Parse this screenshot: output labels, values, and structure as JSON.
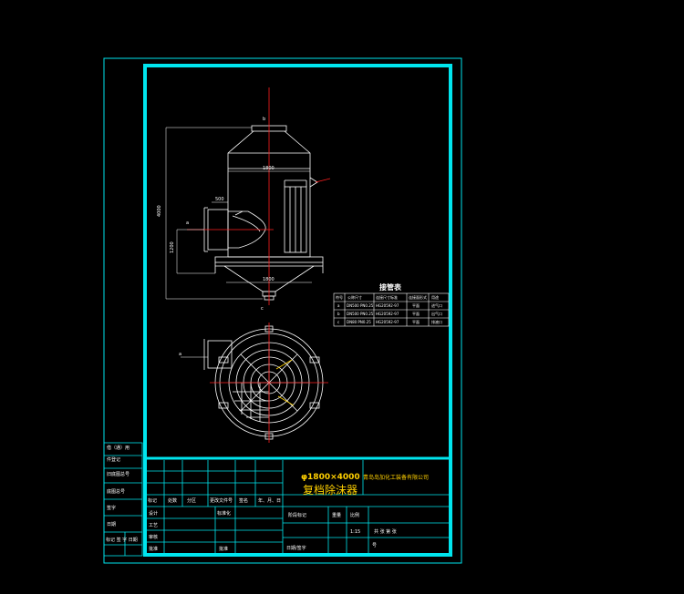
{
  "title_block": {
    "spec": "φ1800×4000",
    "name": "复档除沫器",
    "company": "青岛岛加化工装备有限公司",
    "header_cells": [
      "标记",
      "处数",
      "分区",
      "更改文件号",
      "签名",
      "年、月、日"
    ],
    "left_rows": [
      "设计",
      "工艺",
      "审核",
      "批准"
    ],
    "std_label": "标准化",
    "approve_label": "批准",
    "stage_label": "阶段标记",
    "weight_label": "重量",
    "scale_label": "比例",
    "scale_value": "1:15",
    "sheet_label": "共 张 第 张",
    "sheet_short": "图号",
    "sheet_letter": "号",
    "date_label": "日期/签字"
  },
  "side_strip": [
    "借（通）用",
    "件登记",
    "旧底图总号",
    "底图总号",
    "签字",
    "日期",
    "标记 签 字 日期"
  ],
  "nozzle_table": {
    "title": "接管表",
    "headers": [
      "符号",
      "公称尺寸",
      "连接尺寸标准",
      "连接面形式",
      "用途"
    ],
    "rows": [
      [
        "a",
        "DN500 PN0.25",
        "HG20592-97",
        "平面",
        "进气口"
      ],
      [
        "b",
        "DN500 PN0.25",
        "HG20592-97",
        "平面",
        "出气口"
      ],
      [
        "c",
        "DN80 PN0.25",
        "HG20592-97",
        "平面",
        "排液口"
      ]
    ]
  },
  "dims": {
    "top_width": "1800",
    "right_height": "4000",
    "inlet_label": "500",
    "inlet_height": "1200",
    "bottom_width": "1800",
    "top_nozzle": "b",
    "inlet_nozzle": "a",
    "drain_nozzle": "c"
  },
  "colors": {
    "frame": "#00e5ee",
    "drawing": "#ffffff",
    "center": "#ff2020",
    "dim": "#ffffff",
    "accent": "#ffd000"
  }
}
